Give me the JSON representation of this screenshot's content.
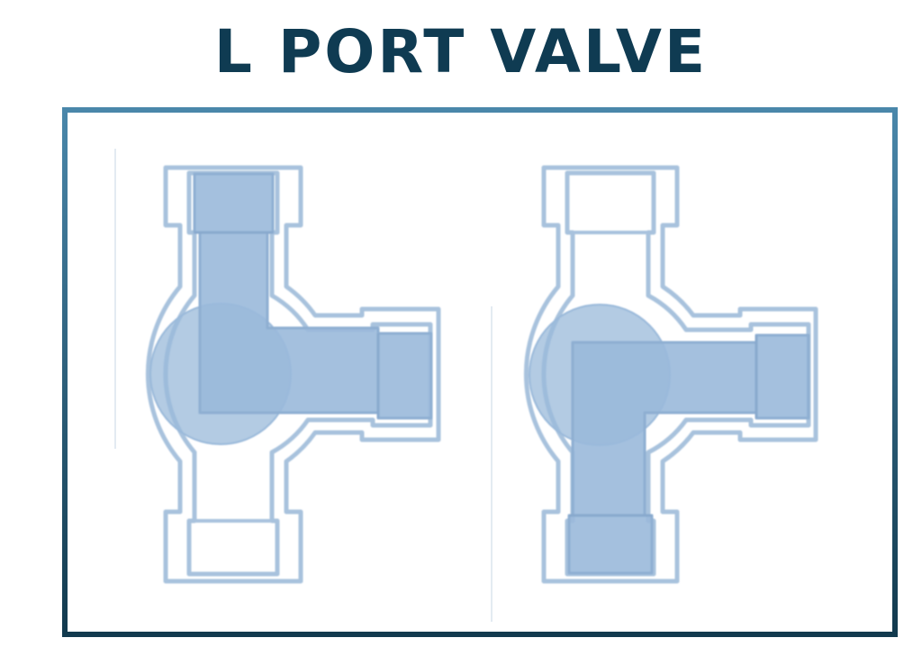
{
  "title": "L PORT VALVE",
  "colors": {
    "title": "#0f3b52",
    "frame_top": "#4a87aa",
    "frame_bottom": "#123a4e",
    "valve_outline": "#a8c2dd",
    "valve_fill": "#9ab9da",
    "background": "#ffffff"
  },
  "diagrams": [
    {
      "name": "valve-left",
      "flow_path": "top-to-right"
    },
    {
      "name": "valve-right",
      "flow_path": "bottom-to-right"
    }
  ]
}
